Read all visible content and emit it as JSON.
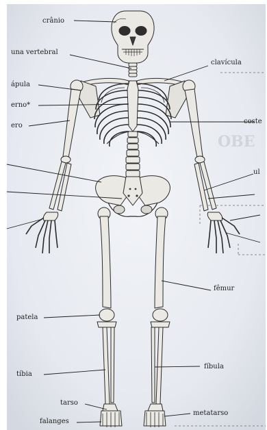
{
  "labels": {
    "cranio": "crânio",
    "coluna_vertebral": "una vertebral",
    "clavicula": "clavícula",
    "escapula": "ápula",
    "esterno": "erno*",
    "umero": "ero",
    "costela": "coste",
    "ulna": "ul",
    "patela": "patela",
    "femur": "fêmur",
    "tibia": "tíbia",
    "fibula": "fíbula",
    "tarso": "tarso",
    "falanges": "falanges",
    "metatarso": "metatarso"
  },
  "colors": {
    "paper": "#eef0f4",
    "bone": "#ebe9e4",
    "bone_outline": "#2a2a2a",
    "leader_line": "#1e1e1e",
    "label_text": "#202020"
  }
}
